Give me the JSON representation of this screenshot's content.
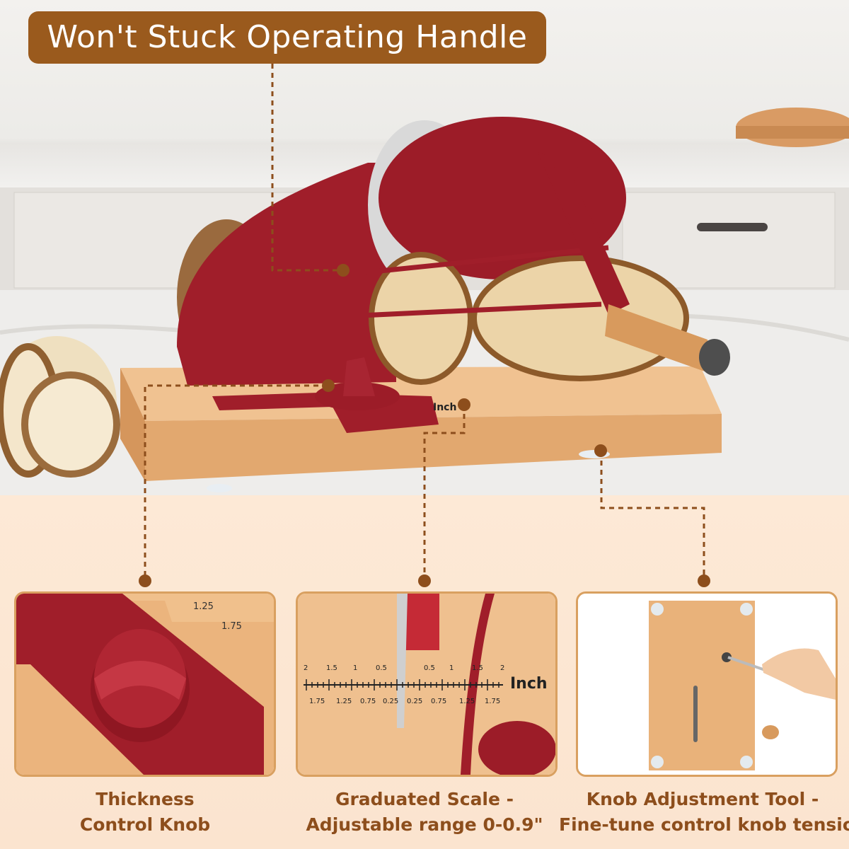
{
  "headline": "Won't Stuck Operating Handle",
  "features": [
    {
      "label_line1": "Thickness",
      "label_line2": "Control Knob"
    },
    {
      "label_line1": "Graduated Scale -",
      "label_line2": "Adjustable range 0-0.9\""
    },
    {
      "label_line1": "Knob Adjustment Tool -",
      "label_line2": "Fine-tune control knob tension"
    }
  ],
  "scale": {
    "unit_label": "Inch",
    "top_ticks": [
      "2",
      "1.5",
      "1",
      "0.5",
      "0.5",
      "1",
      "1.5",
      "2"
    ],
    "bottom_ticks": [
      "1.75",
      "1.25",
      "0.75",
      "0.25",
      "0.25",
      "0.75",
      "1.25",
      "1.75"
    ]
  },
  "colors": {
    "accent_brown": "#8d4e1c",
    "slicer_red": "#a01e2a",
    "wood": "#e6b27c"
  }
}
